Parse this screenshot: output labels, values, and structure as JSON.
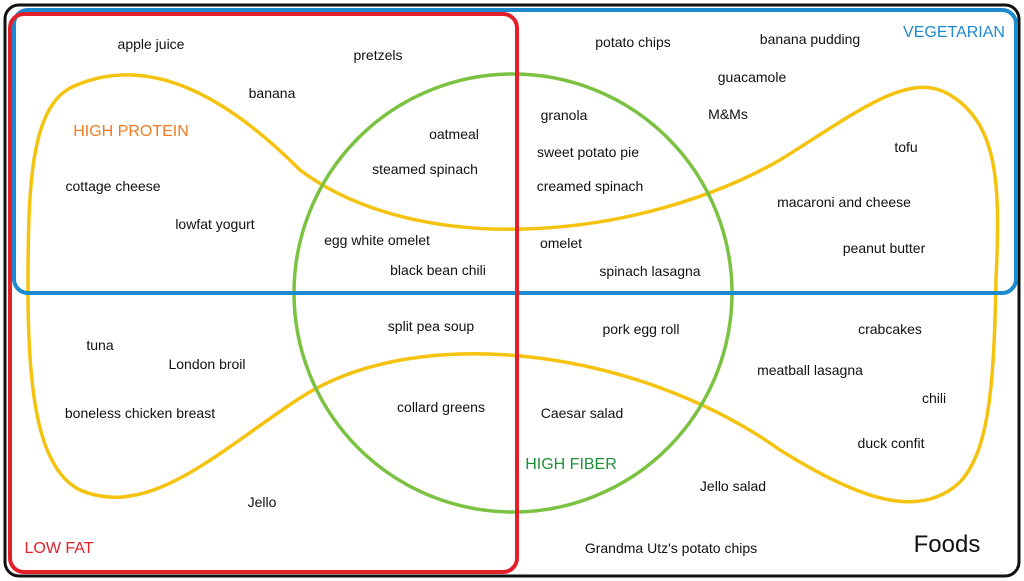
{
  "universe": {
    "label": "Foods",
    "color": "#111111"
  },
  "sets": {
    "low_fat": {
      "label": "LOW FAT",
      "color": "#e3202a"
    },
    "vegetarian": {
      "label": "VEGETARIAN",
      "color": "#1d8ad0"
    },
    "high_protein": {
      "label": "HIGH PROTEIN",
      "color": "#f07b22",
      "stroke": "#f5c20e"
    },
    "high_fiber": {
      "label": "HIGH FIBER",
      "color": "#1f8f3a",
      "stroke": "#7cc242"
    }
  },
  "items": {
    "apple_juice": "apple juice",
    "pretzels": "pretzels",
    "banana": "banana",
    "potato_chips": "potato chips",
    "banana_pudding": "banana pudding",
    "guacamole": "guacamole",
    "mms": "M&Ms",
    "granola": "granola",
    "oatmeal": "oatmeal",
    "steamed_spinach": "steamed spinach",
    "sweet_potato_pie": "sweet potato pie",
    "creamed_spinach": "creamed spinach",
    "tofu": "tofu",
    "cottage_cheese": "cottage cheese",
    "lowfat_yogurt": "lowfat yogurt",
    "macaroni_and_cheese": "macaroni and cheese",
    "egg_white_omelet": "egg white omelet",
    "omelet": "omelet",
    "peanut_butter": "peanut butter",
    "black_bean_chili": "black bean chili",
    "spinach_lasagna": "spinach lasagna",
    "split_pea_soup": "split pea soup",
    "pork_egg_roll": "pork egg roll",
    "crabcakes": "crabcakes",
    "tuna": "tuna",
    "london_broil": "London broil",
    "meatball_lasagna": "meatball lasagna",
    "chili": "chili",
    "boneless_chicken_breast": "boneless chicken breast",
    "collard_greens": "collard greens",
    "caesar_salad": "Caesar salad",
    "duck_confit": "duck confit",
    "jello_salad": "Jello salad",
    "jello": "Jello",
    "grandma_utz_potato_chips": "Grandma Utz's potato chips"
  }
}
